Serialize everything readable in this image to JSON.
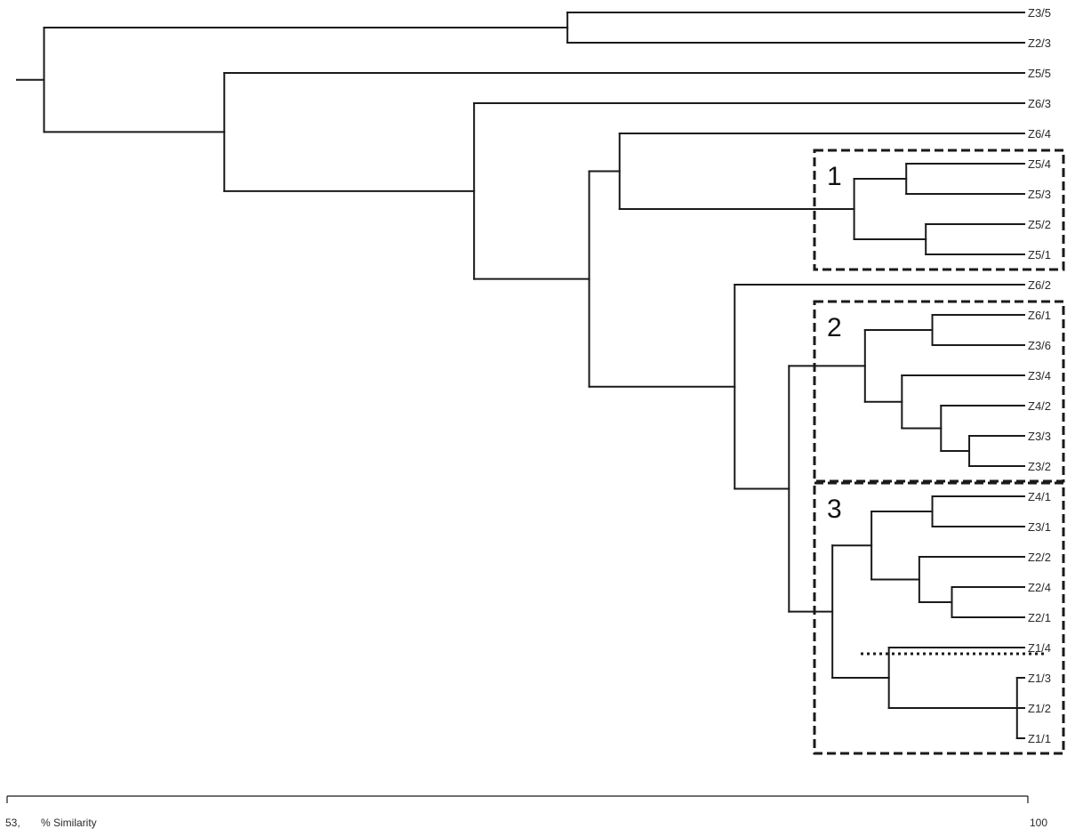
{
  "leaves": [
    "Z3/5",
    "Z2/3",
    "Z5/5",
    "Z6/3",
    "Z6/4",
    "Z5/4",
    "Z5/3",
    "Z5/2",
    "Z5/1",
    "Z6/2",
    "Z6/1",
    "Z3/6",
    "Z3/4",
    "Z4/2",
    "Z3/3",
    "Z3/2",
    "Z4/1",
    "Z3/1",
    "Z2/2",
    "Z2/4",
    "Z2/1",
    "Z1/4",
    "Z1/3",
    "Z1/2",
    "Z1/1"
  ],
  "groups": [
    {
      "label": "1",
      "leaves": [
        "Z5/4",
        "Z5/3",
        "Z5/2",
        "Z5/1"
      ]
    },
    {
      "label": "2",
      "leaves": [
        "Z6/1",
        "Z3/6",
        "Z3/4",
        "Z4/2",
        "Z3/3",
        "Z3/2"
      ]
    },
    {
      "label": "3",
      "leaves": [
        "Z4/1",
        "Z3/1",
        "Z2/2",
        "Z2/4",
        "Z2/1",
        "Z1/4",
        "Z1/3",
        "Z1/2",
        "Z1/1"
      ]
    }
  ],
  "axis": {
    "min_label": "53,",
    "title": "% Similarity",
    "max_label": "100",
    "min": 53,
    "max": 100
  },
  "tree": {
    "sim": 54.7,
    "children": [
      {
        "sim": 78.8,
        "children": [
          {
            "leaf": 0
          },
          {
            "leaf": 1
          }
        ]
      },
      {
        "sim": 63.0,
        "children": [
          {
            "leaf": 2
          },
          {
            "sim": 74.5,
            "children": [
              {
                "leaf": 3
              },
              {
                "sim": 79.8,
                "children": [
                  {
                    "sim": 81.2,
                    "children": [
                      {
                        "leaf": 4
                      },
                      {
                        "sim": 92.0,
                        "children": [
                          {
                            "sim": 94.4,
                            "children": [
                              {
                                "leaf": 5
                              },
                              {
                                "leaf": 6
                              }
                            ]
                          },
                          {
                            "sim": 95.3,
                            "children": [
                              {
                                "leaf": 7
                              },
                              {
                                "leaf": 8
                              }
                            ]
                          }
                        ]
                      }
                    ]
                  },
                  {
                    "sim": 86.5,
                    "children": [
                      {
                        "leaf": 9
                      },
                      {
                        "sim": 89.0,
                        "children": [
                          {
                            "sim": 92.5,
                            "children": [
                              {
                                "sim": 95.6,
                                "children": [
                                  {
                                    "leaf": 10
                                  },
                                  {
                                    "leaf": 11
                                  }
                                ]
                              },
                              {
                                "sim": 94.2,
                                "children": [
                                  {
                                    "leaf": 12
                                  },
                                  {
                                    "sim": 96.0,
                                    "children": [
                                      {
                                        "leaf": 13
                                      },
                                      {
                                        "sim": 97.3,
                                        "children": [
                                          {
                                            "leaf": 14
                                          },
                                          {
                                            "leaf": 15
                                          }
                                        ]
                                      }
                                    ]
                                  }
                                ]
                              }
                            ]
                          },
                          {
                            "sim": 91.0,
                            "children": [
                              {
                                "sim": 92.8,
                                "children": [
                                  {
                                    "sim": 95.6,
                                    "children": [
                                      {
                                        "leaf": 16
                                      },
                                      {
                                        "leaf": 17
                                      }
                                    ]
                                  },
                                  {
                                    "sim": 95.0,
                                    "children": [
                                      {
                                        "leaf": 18
                                      },
                                      {
                                        "sim": 96.5,
                                        "children": [
                                          {
                                            "leaf": 19
                                          },
                                          {
                                            "leaf": 20
                                          }
                                        ]
                                      }
                                    ]
                                  }
                                ]
                              },
                              {
                                "sim": 93.6,
                                "children": [
                                  {
                                    "leaf": 21
                                  },
                                  {
                                    "sim": 99.5,
                                    "children": [
                                      {
                                        "leaf": 22
                                      },
                                      {
                                        "leaf": 23
                                      },
                                      {
                                        "leaf": 24
                                      }
                                    ]
                                  }
                                ]
                              }
                            ]
                          }
                        ]
                      }
                    ]
                  }
                ]
              }
            ]
          }
        ]
      }
    ]
  }
}
